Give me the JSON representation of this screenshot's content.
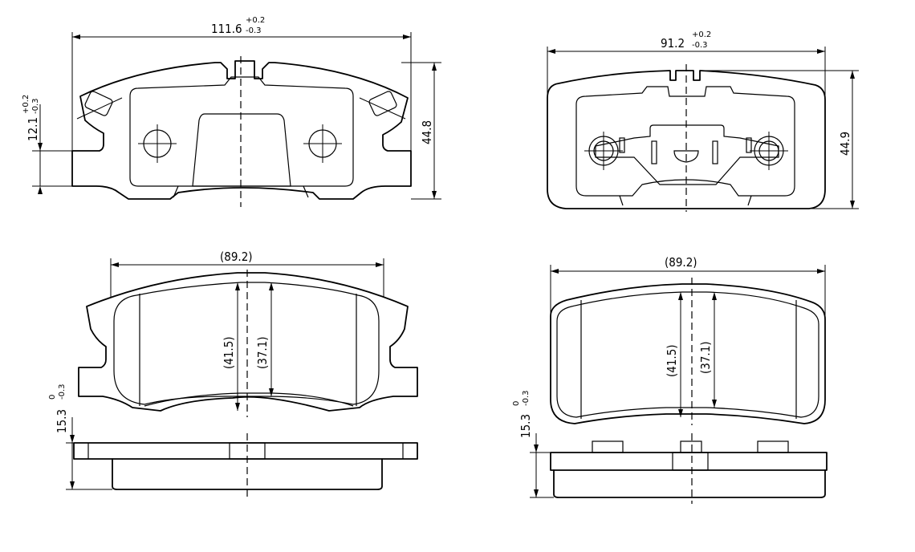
{
  "views": {
    "top_left": {
      "width_dim": {
        "value": "111.6",
        "tol_upper": "+0.2",
        "tol_lower": "-0.3"
      },
      "height_dim": {
        "value": "44.8"
      },
      "side_dim": {
        "value": "12.1",
        "tol_upper": "+0.2",
        "tol_lower": "-0.3"
      }
    },
    "top_right": {
      "width_dim": {
        "value": "91.2",
        "tol_upper": "+0.2",
        "tol_lower": "-0.3"
      },
      "height_dim": {
        "value": "44.9"
      }
    },
    "bottom_left": {
      "width_dim": {
        "value": "(89.2)"
      },
      "inner_height_a": {
        "value": "(41.5)"
      },
      "inner_height_b": {
        "value": "(37.1)"
      },
      "thickness_dim": {
        "value": "15.3",
        "tol_upper": "0",
        "tol_lower": "-0.3"
      }
    },
    "bottom_right": {
      "width_dim": {
        "value": "(89.2)"
      },
      "inner_height_a": {
        "value": "(41.5)"
      },
      "inner_height_b": {
        "value": "(37.1)"
      },
      "thickness_dim": {
        "value": "15.3",
        "tol_upper": "0",
        "tol_lower": "-0.3"
      }
    }
  }
}
